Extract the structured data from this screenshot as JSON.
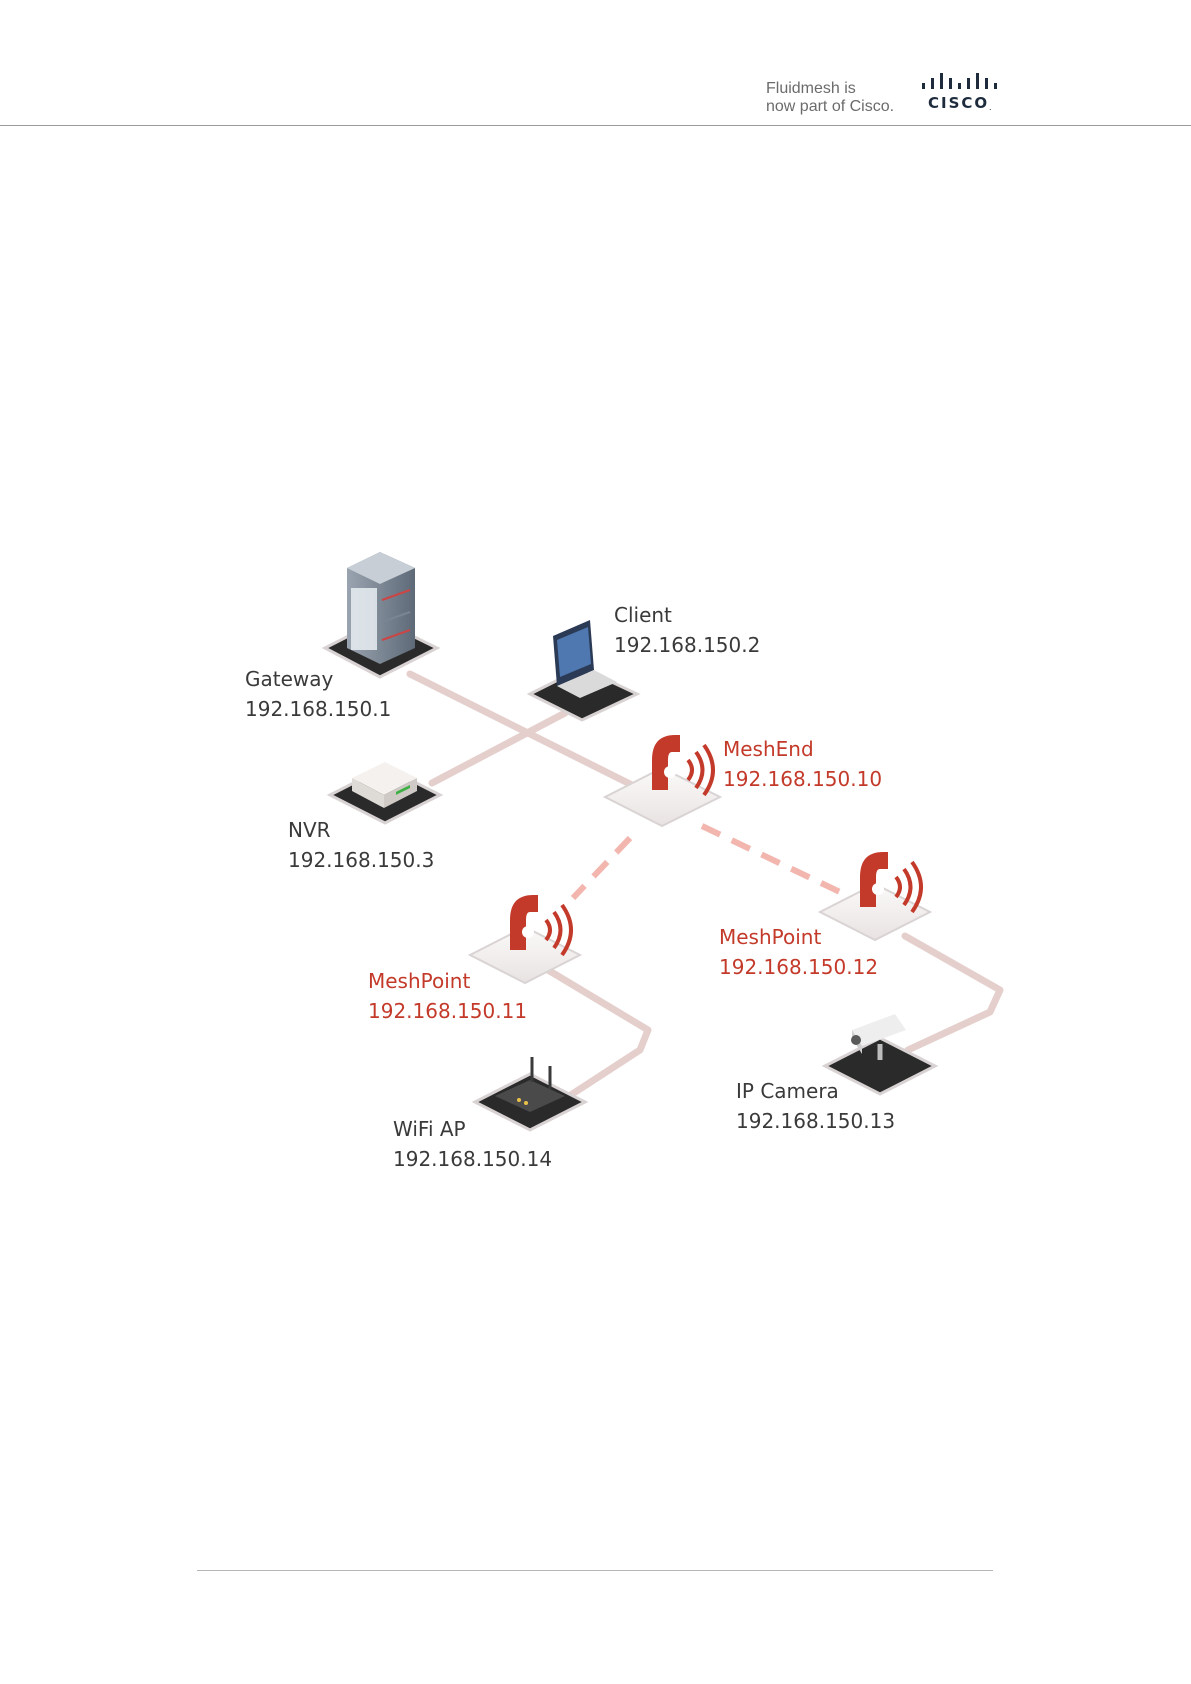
{
  "header": {
    "line1": "Fluidmesh is",
    "line2": "now part of Cisco.",
    "logo_word": "CISCO",
    "logo_dot": "."
  },
  "colors": {
    "brand_red": "#c43a2a",
    "label_dark": "#3a3a3a",
    "cable": "#e4cfcc",
    "wireless_link": "#f2b6ae",
    "platform_dark": "#2a2a2a",
    "platform_light": "#f3f0ef"
  },
  "diagram": {
    "nodes": [
      {
        "id": "gateway",
        "icon": "server-rack-icon",
        "name": "Gateway",
        "ip": "192.168.150.1"
      },
      {
        "id": "client",
        "icon": "laptop-icon",
        "name": "Client",
        "ip": "192.168.150.2"
      },
      {
        "id": "nvr",
        "icon": "nvr-recorder-icon",
        "name": "NVR",
        "ip": "192.168.150.3"
      },
      {
        "id": "meshend",
        "icon": "fluidmesh-radio-icon",
        "name": "MeshEnd",
        "ip": "192.168.150.10"
      },
      {
        "id": "meshpoint11",
        "icon": "fluidmesh-radio-icon",
        "name": "MeshPoint",
        "ip": "192.168.150.11"
      },
      {
        "id": "meshpoint12",
        "icon": "fluidmesh-radio-icon",
        "name": "MeshPoint",
        "ip": "192.168.150.12"
      },
      {
        "id": "ipcamera",
        "icon": "ip-camera-icon",
        "name": "IP Camera",
        "ip": "192.168.150.13"
      },
      {
        "id": "wifiap",
        "icon": "wifi-router-icon",
        "name": "WiFi AP",
        "ip": "192.168.150.14"
      }
    ],
    "links": [
      {
        "from": "gateway",
        "to": "meshend",
        "type": "wired"
      },
      {
        "from": "client",
        "to": "nvr",
        "type": "wired"
      },
      {
        "from": "meshend",
        "to": "meshpoint11",
        "type": "wireless"
      },
      {
        "from": "meshend",
        "to": "meshpoint12",
        "type": "wireless"
      },
      {
        "from": "meshpoint11",
        "to": "wifiap",
        "type": "wired"
      },
      {
        "from": "meshpoint12",
        "to": "ipcamera",
        "type": "wired"
      }
    ]
  }
}
